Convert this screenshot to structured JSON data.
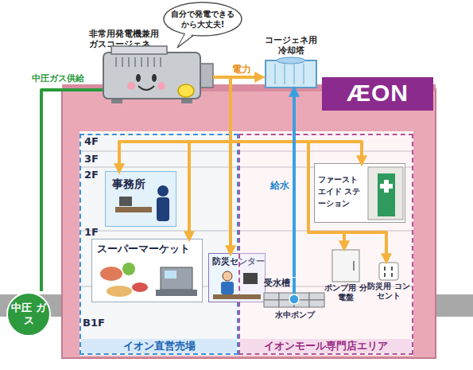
{
  "diagram": {
    "nodes": [
      {
        "text": [
          "ÆON"
        ]
      },
      {
        "text": [
          "非常用発電機兼用 ガスコージェネ"
        ]
      },
      {
        "text": [
          "自分で発電できる から大丈夫!"
        ]
      },
      {
        "text": [
          "コージェネ用 冷却塔"
        ]
      },
      {
        "text": [
          "中圧 ガス"
        ]
      },
      {
        "text": [
          "イオン直営売場"
        ]
      },
      {
        "text": [
          "イオンモール専門店エリア"
        ]
      },
      {
        "text": [
          "事務所"
        ],
        "in": 5
      },
      {
        "text": [
          "スーパーマーケット"
        ],
        "in": 5
      },
      {
        "text": [
          "防災センター"
        ],
        "in": 5
      },
      {
        "text": [
          "ファースト エイド ステーション"
        ],
        "in": 6
      },
      {
        "text": [
          "受水槽"
        ],
        "in": 6
      },
      {
        "text": [
          "ポンプ用 分電盤"
        ],
        "in": 6
      },
      {
        "text": [
          "防災用 コンセント"
        ],
        "in": 6
      }
    ],
    "edges": [
      {
        "from": 1,
        "to": 3,
        "arrow": "to",
        "label": "電力"
      },
      {
        "from": 1,
        "to": 7,
        "arrow": "to"
      },
      {
        "from": 1,
        "to": 8,
        "arrow": "to"
      },
      {
        "from": 1,
        "to": 9,
        "arrow": "to"
      },
      {
        "from": 1,
        "to": 10,
        "arrow": "to"
      },
      {
        "from": 1,
        "to": 12,
        "arrow": "to"
      },
      {
        "from": 1,
        "to": 13,
        "arrow": "to"
      },
      {
        "from": 11,
        "to": 3,
        "arrow": "to",
        "label": "給水"
      },
      {
        "from": 4,
        "to": 1,
        "arrow": "none",
        "label": "中圧ガス供給"
      }
    ],
    "labels": [
      "4F",
      "3F",
      "2F",
      "1F",
      "B1F",
      "水中ポンプ"
    ]
  }
}
